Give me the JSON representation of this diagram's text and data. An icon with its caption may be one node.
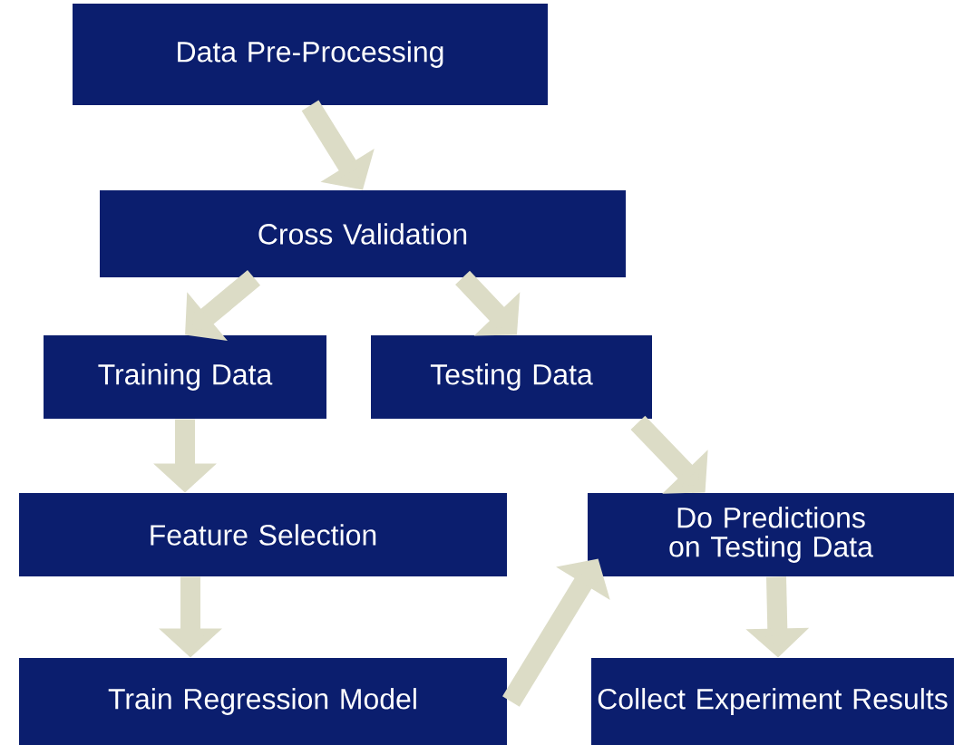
{
  "diagram": {
    "nodes": [
      {
        "text": [
          "Data Pre-Processing"
        ]
      },
      {
        "text": [
          "Cross Validation"
        ]
      },
      {
        "text": [
          "Training Data"
        ]
      },
      {
        "text": [
          "Testing Data"
        ]
      },
      {
        "text": [
          "Feature Selection"
        ]
      },
      {
        "text": [
          "Do Predictions on Testing Data"
        ]
      },
      {
        "text": [
          "Train Regression Model"
        ]
      },
      {
        "text": [
          "Collect Experiment Results"
        ]
      }
    ],
    "edges": [
      {
        "from": 0,
        "to": 1,
        "arrow": "to"
      },
      {
        "from": 1,
        "to": 2,
        "arrow": "to"
      },
      {
        "from": 1,
        "to": 3,
        "arrow": "to"
      },
      {
        "from": 2,
        "to": 4,
        "arrow": "to"
      },
      {
        "from": 3,
        "to": 5,
        "arrow": "to"
      },
      {
        "from": 4,
        "to": 6,
        "arrow": "to"
      },
      {
        "from": 6,
        "to": 5,
        "arrow": "to"
      },
      {
        "from": 5,
        "to": 7,
        "arrow": "to"
      }
    ]
  }
}
